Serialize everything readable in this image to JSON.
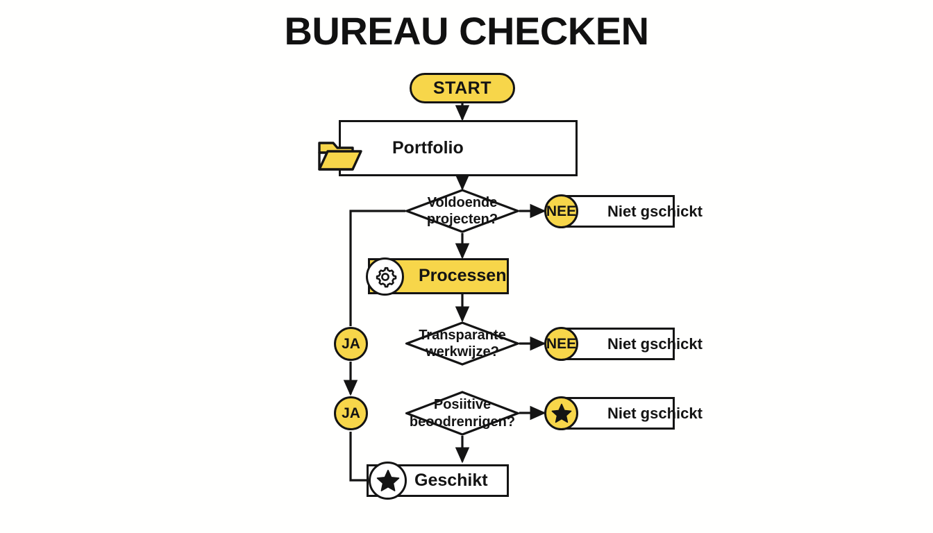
{
  "page": {
    "title": "BUREAU CHECKEN",
    "background_color": "#FFFFFE"
  },
  "theme": {
    "accent_yellow": "#F7D64A",
    "stroke_black": "#141414",
    "surface_white": "#FFFFFF",
    "text_color": "#141414"
  },
  "flow": {
    "start": {
      "label": "START",
      "shape": "rounded-pill",
      "fill": "#F7D64A"
    },
    "portfolio": {
      "label": "Portfolio",
      "shape": "rectangle",
      "fill": "#FFFFFF",
      "icon": "folder-icon"
    },
    "decision_projects": {
      "label_line1": "Voldoende",
      "label_line2": "projecten?",
      "shape": "diamond",
      "no_badge": "NEE",
      "no_result": "Niet gschickt",
      "yes_badge": "JA"
    },
    "processen": {
      "label": "Processen",
      "shape": "rectangle",
      "fill": "#F7D64A",
      "icon": "gear-icon"
    },
    "decision_transparency": {
      "label_line1": "Transparante",
      "label_line2": "werkwijze?",
      "shape": "diamond",
      "no_badge": "NEE",
      "no_result": "Niet gschickt",
      "yes_badge": "JA"
    },
    "decision_reviews": {
      "label_line1": "Posiitive",
      "label_line2": "beoodrenrigen?",
      "shape": "diamond",
      "no_badge": "star-icon",
      "no_result": "Niet gschickt",
      "yes_badge": "JA"
    },
    "geschikt": {
      "label": "Geschikt",
      "shape": "rectangle",
      "fill": "#FFFFFF",
      "icon": "star-icon"
    }
  },
  "badges": {
    "ja_1": "JA",
    "ja_2": "JA",
    "nee_1": "NEE",
    "nee_2": "NEE"
  },
  "results": {
    "niet_gschickt_1": "Niet gschickt",
    "niet_gschickt_2": "Niet gschickt",
    "niet_gschickt_3": "Niet gschickt",
    "geschikt": "Geschikt"
  }
}
